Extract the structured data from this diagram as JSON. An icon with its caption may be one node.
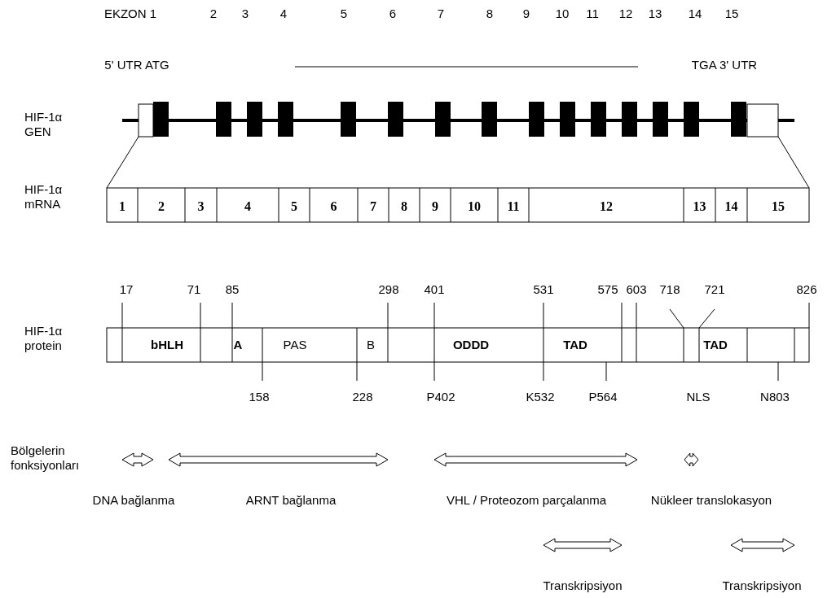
{
  "diagram": {
    "labels": [
      "EKZON 1",
      "2",
      "3",
      "4",
      "5",
      "6",
      "7",
      "8",
      "9",
      "10",
      "11",
      "12",
      "13",
      "14",
      "15",
      "5' UTR ATG",
      "TGA 3' UTR",
      "HIF-1α GEN",
      "HIF-1α mRNA",
      "1",
      "2",
      "3",
      "4",
      "5",
      "6",
      "7",
      "8",
      "9",
      "10",
      "11",
      "12",
      "13",
      "14",
      "15",
      "17",
      "71",
      "85",
      "298",
      "401",
      "531",
      "575",
      "603",
      "718",
      "721",
      "826",
      "HIF-1α protein",
      "bHLH",
      "A",
      "PAS",
      "B",
      "ODDD",
      "TAD",
      "TAD",
      "158",
      "228",
      "P402",
      "K532",
      "P564",
      "NLS",
      "N803",
      "Bölgelerin fonksiyonları",
      "DNA bağlanma",
      "ARNT bağlanma",
      "VHL / Proteozom parçalanma",
      "Nükleer translokasyon",
      "Transkripsiyon",
      "Transkripsiyon"
    ]
  }
}
